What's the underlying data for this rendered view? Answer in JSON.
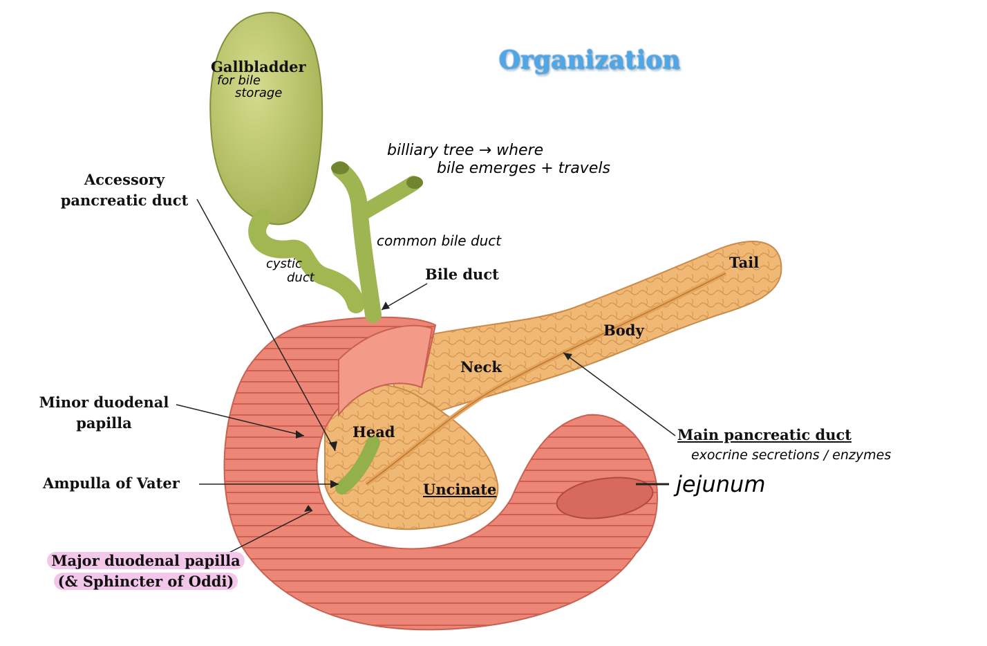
{
  "title": "Organization",
  "labels": {
    "gallbladder": "Gallbladder",
    "accessory_duct": [
      "Accessory",
      "pancreatic duct"
    ],
    "bile_duct": "Bile duct",
    "tail": "Tail",
    "body": "Body",
    "neck": "Neck",
    "head": "Head",
    "uncinate": "Uncinate",
    "minor_papilla": [
      "Minor duodenal",
      "papilla"
    ],
    "ampulla": "Ampulla of Vater",
    "major_papilla": [
      "Major duodenal papilla",
      "(& Sphincter of Oddi)"
    ],
    "main_duct": "Main pancreatic duct"
  },
  "handwritten": {
    "gallbladder_note": [
      "for bile",
      "storage"
    ],
    "biliary_tree": [
      "billiary tree → where",
      "bile emerges + travels"
    ],
    "common_bile_duct": "common bile duct",
    "cystic_duct": [
      "cystic",
      "duct"
    ],
    "main_duct_note": "exocrine secretions / enzymes",
    "jejunum": "jejunum"
  },
  "colors": {
    "gallbladder": "#b9c46a",
    "duct": "#96b44c",
    "pancreas": "#eeb56f",
    "duodenum": "#ef8f7c",
    "title": "#4ea8e8",
    "highlight": "#f3c7e9"
  }
}
